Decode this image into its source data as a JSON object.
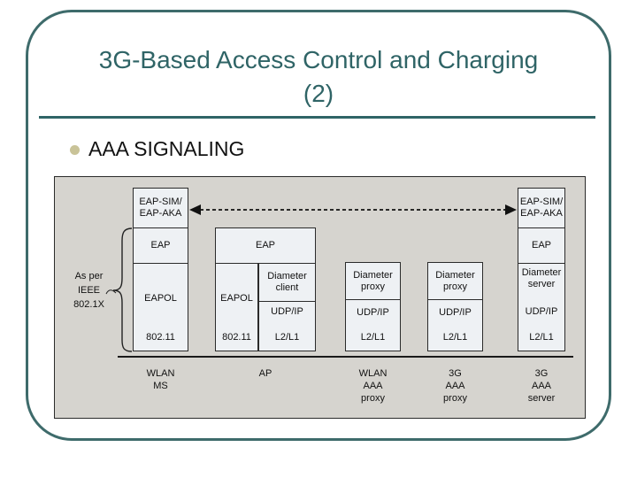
{
  "slide": {
    "title_line1": "3G-Based Access Control and Charging",
    "title_line2": "(2)",
    "bullet_text": "AAA SIGNALING"
  },
  "colors": {
    "accent_teal": "#2F6466",
    "frame_teal": "#3E6B6B",
    "bullet_khaki": "#C9C398",
    "panel_background": "#D6D4CF",
    "box_fill": "#EEF1F4"
  },
  "diagram": {
    "note": "As per\nIEEE\n802.1X",
    "columns": {
      "wlan_ms": {
        "eap_sim": "EAP-SIM/\nEAP-AKA",
        "eap": "EAP",
        "eapol": "EAPOL",
        "phy": "802.11",
        "label": "WLAN\nMS"
      },
      "ap": {
        "eap": "EAP",
        "eapol": "EAPOL",
        "phy": "802.11",
        "diameter": "Diameter\nclient",
        "udp": "UDP/IP",
        "l2": "L2/L1",
        "label": "AP"
      },
      "wlan_aaa_proxy": {
        "diameter": "Diameter\nproxy",
        "udp": "UDP/IP",
        "l2": "L2/L1",
        "label": "WLAN\nAAA\nproxy"
      },
      "three_g_aaa_proxy": {
        "diameter": "Diameter\nproxy",
        "udp": "UDP/IP",
        "l2": "L2/L1",
        "label": "3G\nAAA\nproxy"
      },
      "three_g_aaa_server": {
        "eap_sim": "EAP-SIM/\nEAP-AKA",
        "eap": "EAP",
        "diameter": "Diameter\nserver",
        "udp": "UDP/IP",
        "l2": "L2/L1",
        "label": "3G\nAAA\nserver"
      }
    }
  }
}
